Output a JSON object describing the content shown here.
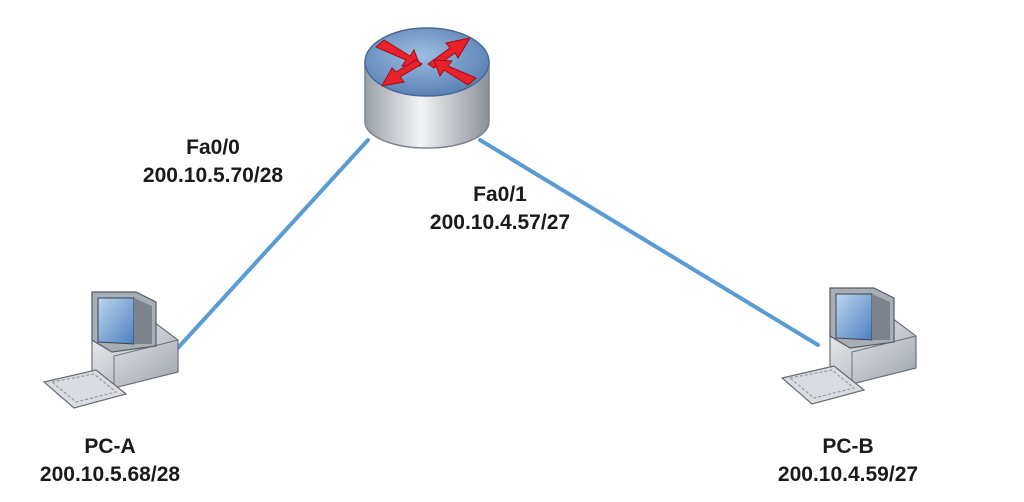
{
  "links": [
    {
      "id": "link-pc-a-router"
    },
    {
      "id": "link-router-pc-b"
    }
  ],
  "router": {
    "interfaces": [
      {
        "name": "Fa0/0",
        "ip": "200.10.5.70/28"
      },
      {
        "name": "Fa0/1",
        "ip": "200.10.4.57/27"
      }
    ]
  },
  "hosts": [
    {
      "name": "PC-A",
      "ip": "200.10.5.68/28"
    },
    {
      "name": "PC-B",
      "ip": "200.10.4.59/27"
    }
  ],
  "colors": {
    "link": "#5b9bd5",
    "router_top": "#6d97c9",
    "router_side": "#c7cbd1",
    "arrow": "#e8212a",
    "text": "#1a1a1a"
  },
  "icons": {
    "router": "router-icon",
    "pc": "desktop-computer-icon"
  }
}
